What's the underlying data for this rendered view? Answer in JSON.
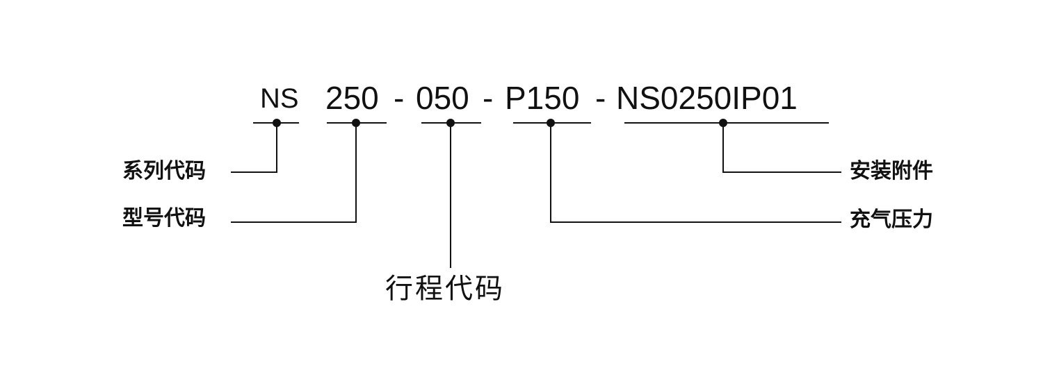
{
  "codes": {
    "series": "NS",
    "model": "250",
    "sep1": "-",
    "stroke": "050",
    "sep2": "-",
    "pressure": "P150",
    "sep3": "-",
    "accessory": "NS0250IP01"
  },
  "labels": {
    "series": "系列代码",
    "model": "型号代码",
    "stroke": "行程代码",
    "pressure": "充气压力",
    "accessory": "安装附件"
  },
  "colors": {
    "line": "#111111",
    "text": "#111111",
    "background": "#ffffff"
  }
}
